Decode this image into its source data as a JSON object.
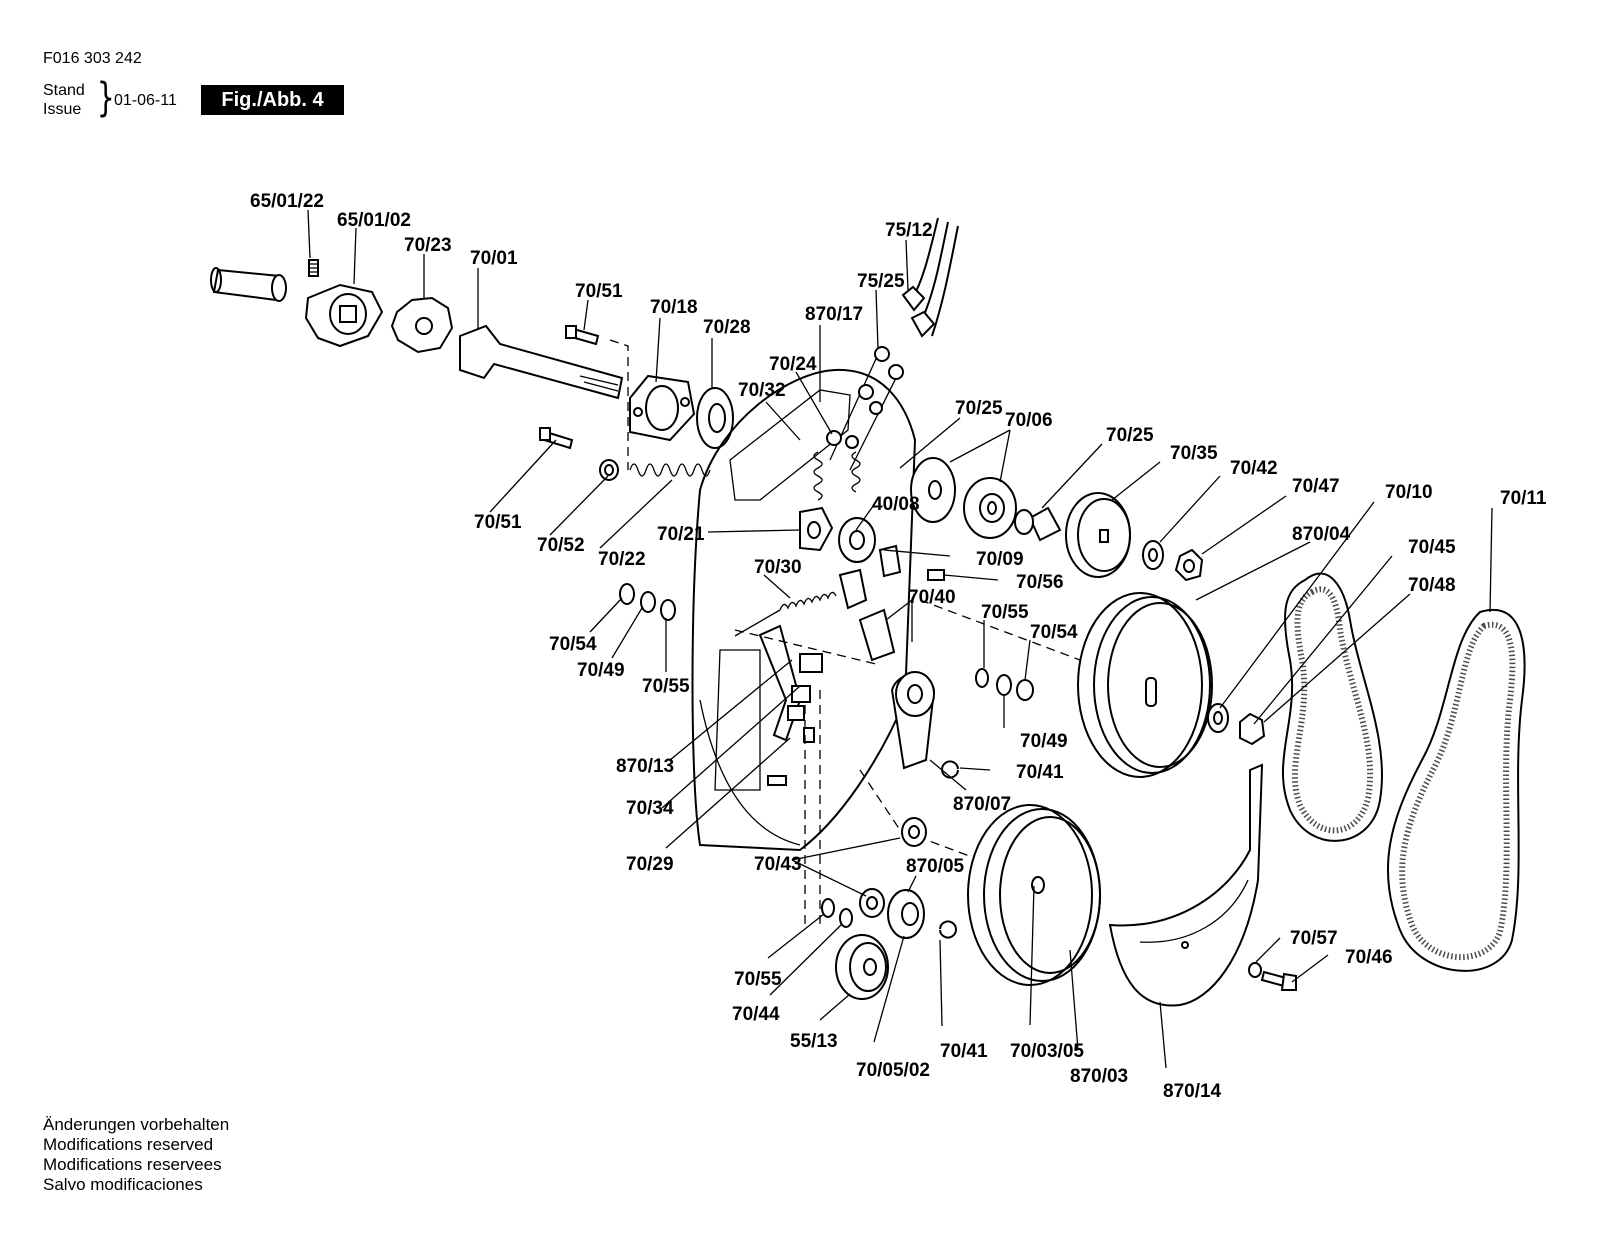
{
  "header": {
    "doc_number": "F016 303 242",
    "stand_label": "Stand",
    "issue_label": "Issue",
    "issue_date": "01-06-11",
    "figure_label": "Fig./Abb. 4"
  },
  "labels": {
    "l_65_01_22": "65/01/22",
    "l_65_01_02": "65/01/02",
    "l_70_23": "70/23",
    "l_70_01": "70/01",
    "l_70_51_top": "70/51",
    "l_70_18": "70/18",
    "l_70_28": "70/28",
    "l_870_17": "870/17",
    "l_75_12": "75/12",
    "l_75_25": "75/25",
    "l_70_24": "70/24",
    "l_70_32": "70/32",
    "l_70_25_a": "70/25",
    "l_70_06": "70/06",
    "l_70_25_b": "70/25",
    "l_70_35": "70/35",
    "l_70_42": "70/42",
    "l_70_47": "70/47",
    "l_70_10": "70/10",
    "l_70_11": "70/11",
    "l_870_04": "870/04",
    "l_70_45": "70/45",
    "l_70_48": "70/48",
    "l_40_08": "40/08",
    "l_70_51_bot": "70/51",
    "l_70_52": "70/52",
    "l_70_22": "70/22",
    "l_70_21": "70/21",
    "l_70_09": "70/09",
    "l_70_56": "70/56",
    "l_70_30": "70/30",
    "l_70_40": "70/40",
    "l_70_55_right": "70/55",
    "l_70_54_right": "70/54",
    "l_70_54_left": "70/54",
    "l_70_49_left": "70/49",
    "l_70_55_left": "70/55",
    "l_70_49_right": "70/49",
    "l_70_41_a": "70/41",
    "l_870_13": "870/13",
    "l_870_07": "870/07",
    "l_70_34": "70/34",
    "l_70_29": "70/29",
    "l_70_43": "70/43",
    "l_870_05": "870/05",
    "l_70_55_bot": "70/55",
    "l_70_44": "70/44",
    "l_55_13": "55/13",
    "l_70_05_02": "70/05/02",
    "l_70_41_b": "70/41",
    "l_70_03_05": "70/03/05",
    "l_870_03": "870/03",
    "l_870_14": "870/14",
    "l_70_57": "70/57",
    "l_70_46": "70/46"
  },
  "footer": {
    "line1": "Änderungen vorbehalten",
    "line2": "Modifications reserved",
    "line3": "Modifications reservees",
    "line4": "Salvo modificaciones"
  }
}
